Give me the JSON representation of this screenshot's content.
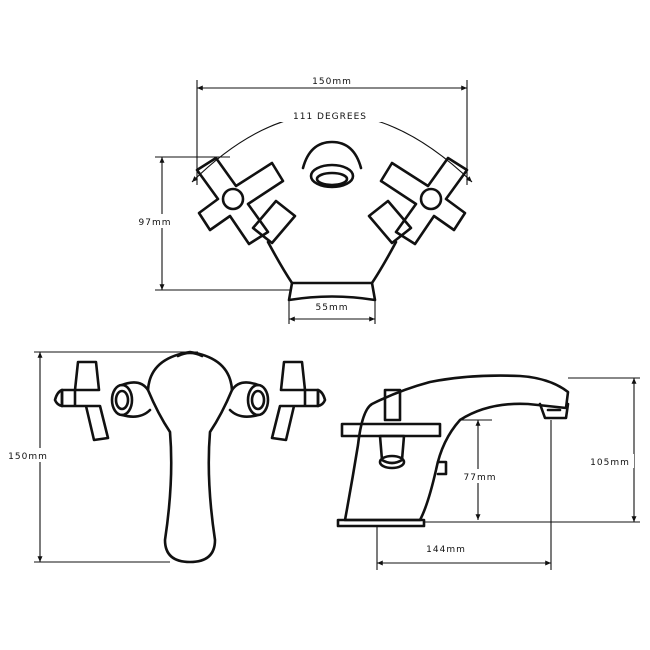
{
  "dimensions": {
    "top_width": "150mm",
    "angle": "111 DEGREES",
    "top_height": "97mm",
    "base_width": "55mm",
    "front_height": "150mm",
    "side_spout_height": "77mm",
    "side_total_height": "105mm",
    "side_reach": "144mm"
  }
}
